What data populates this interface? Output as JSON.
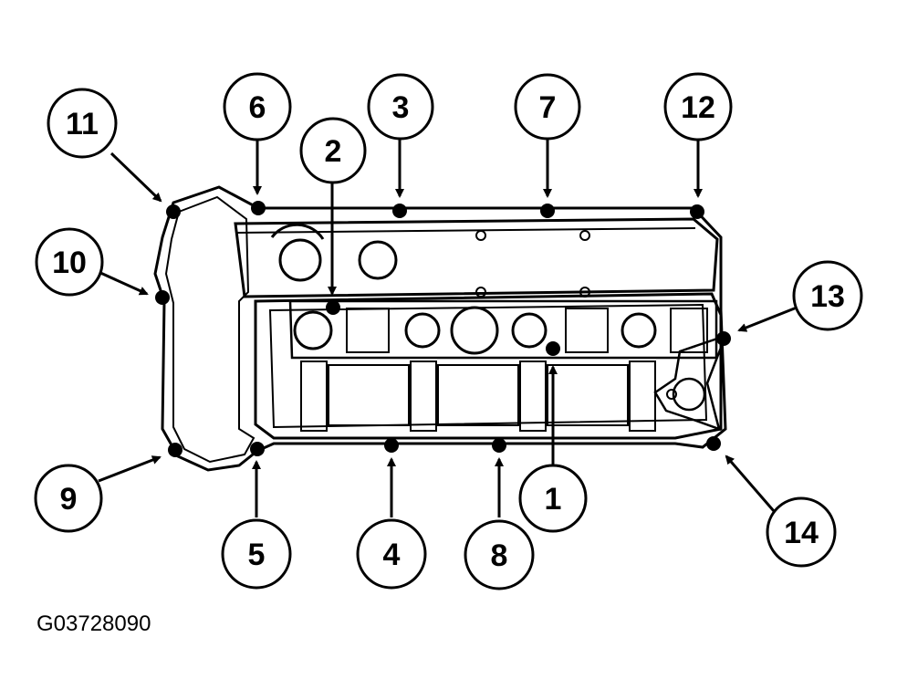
{
  "figure_id": "G03728090",
  "callouts": [
    {
      "id": "1",
      "label": "1"
    },
    {
      "id": "2",
      "label": "2"
    },
    {
      "id": "3",
      "label": "3"
    },
    {
      "id": "4",
      "label": "4"
    },
    {
      "id": "5",
      "label": "5"
    },
    {
      "id": "6",
      "label": "6"
    },
    {
      "id": "7",
      "label": "7"
    },
    {
      "id": "8",
      "label": "8"
    },
    {
      "id": "9",
      "label": "9"
    },
    {
      "id": "10",
      "label": "10"
    },
    {
      "id": "11",
      "label": "11"
    },
    {
      "id": "12",
      "label": "12"
    },
    {
      "id": "13",
      "label": "13"
    },
    {
      "id": "14",
      "label": "14"
    }
  ]
}
